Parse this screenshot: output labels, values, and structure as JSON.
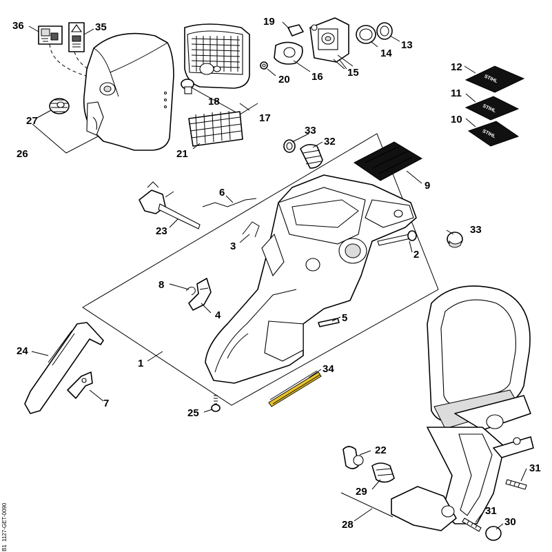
{
  "diagram": {
    "reference_code": "1127-GET-0090",
    "sheet_mark": "B1",
    "colors": {
      "line": "#000000",
      "background": "#ffffff",
      "decal": "#111111",
      "strip": "#e8c22a"
    },
    "callouts": [
      {
        "id": "36",
        "label": "36"
      },
      {
        "id": "35",
        "label": "35"
      },
      {
        "id": "27",
        "label": "27"
      },
      {
        "id": "26",
        "label": "26"
      },
      {
        "id": "19",
        "label": "19"
      },
      {
        "id": "13",
        "label": "13"
      },
      {
        "id": "14",
        "label": "14"
      },
      {
        "id": "16",
        "label": "16"
      },
      {
        "id": "15",
        "label": "15"
      },
      {
        "id": "20",
        "label": "20"
      },
      {
        "id": "18",
        "label": "18"
      },
      {
        "id": "17",
        "label": "17"
      },
      {
        "id": "21",
        "label": "21"
      },
      {
        "id": "12",
        "label": "12"
      },
      {
        "id": "11",
        "label": "11"
      },
      {
        "id": "10",
        "label": "10"
      },
      {
        "id": "33a",
        "label": "33"
      },
      {
        "id": "32",
        "label": "32"
      },
      {
        "id": "9",
        "label": "9"
      },
      {
        "id": "6",
        "label": "6"
      },
      {
        "id": "23",
        "label": "23"
      },
      {
        "id": "33b",
        "label": "33"
      },
      {
        "id": "3",
        "label": "3"
      },
      {
        "id": "2",
        "label": "2"
      },
      {
        "id": "8",
        "label": "8"
      },
      {
        "id": "4",
        "label": "4"
      },
      {
        "id": "5",
        "label": "5"
      },
      {
        "id": "24",
        "label": "24"
      },
      {
        "id": "1",
        "label": "1"
      },
      {
        "id": "34",
        "label": "34"
      },
      {
        "id": "7",
        "label": "7"
      },
      {
        "id": "25",
        "label": "25"
      },
      {
        "id": "22",
        "label": "22"
      },
      {
        "id": "31a",
        "label": "31"
      },
      {
        "id": "29",
        "label": "29"
      },
      {
        "id": "31b",
        "label": "31"
      },
      {
        "id": "28",
        "label": "28"
      },
      {
        "id": "30",
        "label": "30"
      }
    ]
  }
}
